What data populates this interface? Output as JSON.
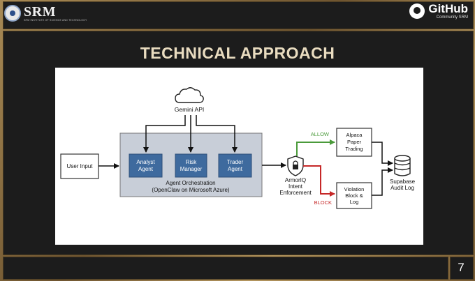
{
  "header": {
    "logo_left_text": "SRM",
    "logo_left_subtext": "SRM INSTITUTE OF SCIENCE AND TECHNOLOGY",
    "logo_right_name": "GitHub",
    "logo_right_sub": "Community SRM"
  },
  "slide": {
    "title": "TECHNICAL APPROACH",
    "page_number": "7"
  },
  "diagram": {
    "gemini": "Gemini API",
    "user_input": "User Input",
    "analyst": [
      "Analyst",
      "Agent"
    ],
    "risk": [
      "Risk",
      "Manager"
    ],
    "trader": [
      "Trader",
      "Agent"
    ],
    "orchestration": [
      "Agent Orchestration",
      "(OpenClaw on Microsoft Azure)"
    ],
    "armoriq": [
      "ArmorIQ",
      "Intent",
      "Enforcement"
    ],
    "allow": "ALLOW",
    "block": "BLOCK",
    "alpaca": [
      "Alpaca",
      "Paper",
      "Trading"
    ],
    "violation": [
      "Violation",
      "Block &",
      "Log"
    ],
    "supabase": [
      "Supabase",
      "Audit Log"
    ],
    "colors": {
      "agent_box": "#3e6a9e",
      "allow": "#4a9a3a",
      "block": "#c62828",
      "orch_bg": "#c8ced8"
    }
  }
}
